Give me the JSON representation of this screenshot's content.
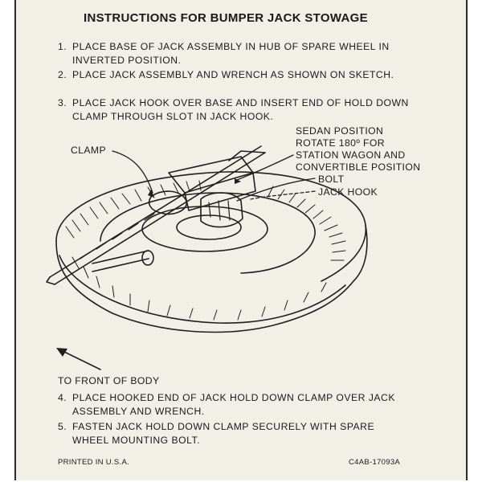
{
  "title": "INSTRUCTIONS FOR BUMPER JACK STOWAGE",
  "steps_top": [
    {
      "num": "1.",
      "text": "PLACE BASE OF JACK ASSEMBLY IN HUB OF SPARE WHEEL IN INVERTED POSITION."
    },
    {
      "num": "2.",
      "text": "PLACE JACK ASSEMBLY AND WRENCH AS SHOWN ON SKETCH."
    },
    {
      "num": "3.",
      "text": "PLACE JACK HOOK OVER BASE AND INSERT END OF HOLD DOWN CLAMP THROUGH SLOT IN JACK HOOK."
    }
  ],
  "sketch_labels": {
    "sedan_line1": "SEDAN POSITION",
    "sedan_line2": "ROTATE 180º FOR",
    "sedan_line3": "STATION WAGON AND",
    "sedan_line4": "CONVERTIBLE POSITION",
    "clamp": "CLAMP",
    "bolt": "BOLT",
    "jack_hook": "JACK HOOK",
    "front": "TO FRONT OF BODY"
  },
  "steps_bottom": [
    {
      "num": "4.",
      "text": "PLACE HOOKED END OF JACK HOLD DOWN CLAMP OVER JACK ASSEMBLY AND WRENCH."
    },
    {
      "num": "5.",
      "text": "FASTEN JACK HOLD DOWN CLAMP SECURELY WITH SPARE WHEEL MOUNTING BOLT."
    }
  ],
  "footer": {
    "printed": "PRINTED IN U.S.A.",
    "part_number": "C4AB-17093A"
  }
}
